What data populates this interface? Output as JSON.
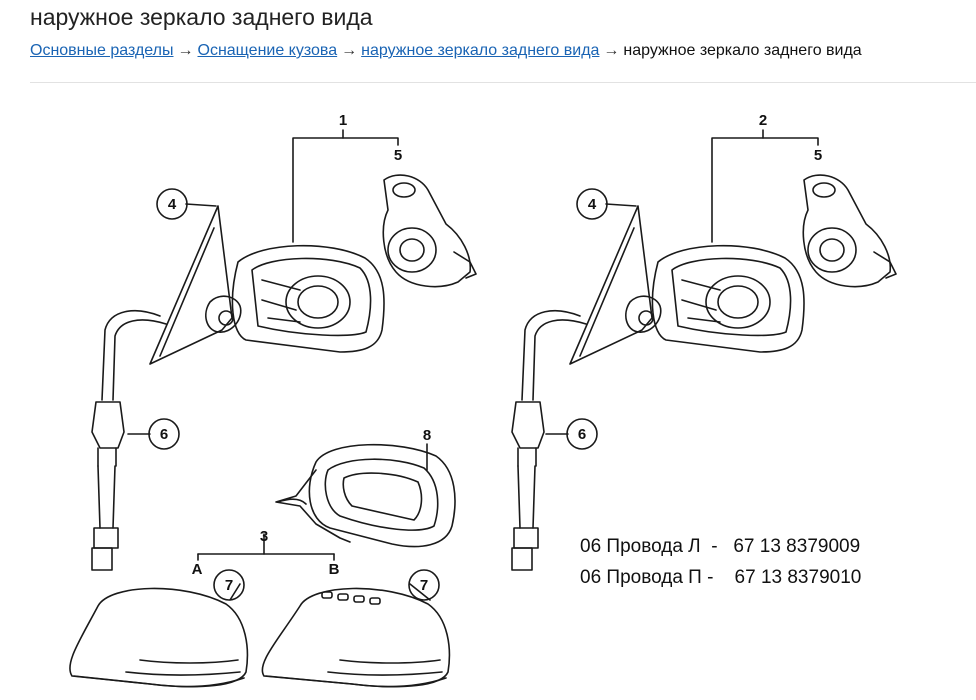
{
  "page": {
    "title": "наружное зеркало заднего вида"
  },
  "breadcrumb": {
    "items": [
      {
        "label": "Основные разделы"
      },
      {
        "label": "Оснащение кузова"
      },
      {
        "label": "наружное зеркало заднего вида"
      }
    ],
    "separator": "→",
    "current": "наружное зеркало заднего вида"
  },
  "diagram": {
    "callouts": {
      "c1": "1",
      "c2": "2",
      "c3": "3",
      "c4a": "4",
      "c4b": "4",
      "c5a": "5",
      "c5b": "5",
      "c6a": "6",
      "c6b": "6",
      "c7a": "7",
      "c7b": "7",
      "c8": "8",
      "la": "A",
      "lb": "B"
    },
    "notes": [
      "06 Провода Л  -   67 13 8379009",
      "06 Провода П -    67 13 8379010"
    ]
  },
  "colors": {
    "link": "#1a64b4",
    "line": "#1a1a1a",
    "divider": "#e2e2e2"
  }
}
